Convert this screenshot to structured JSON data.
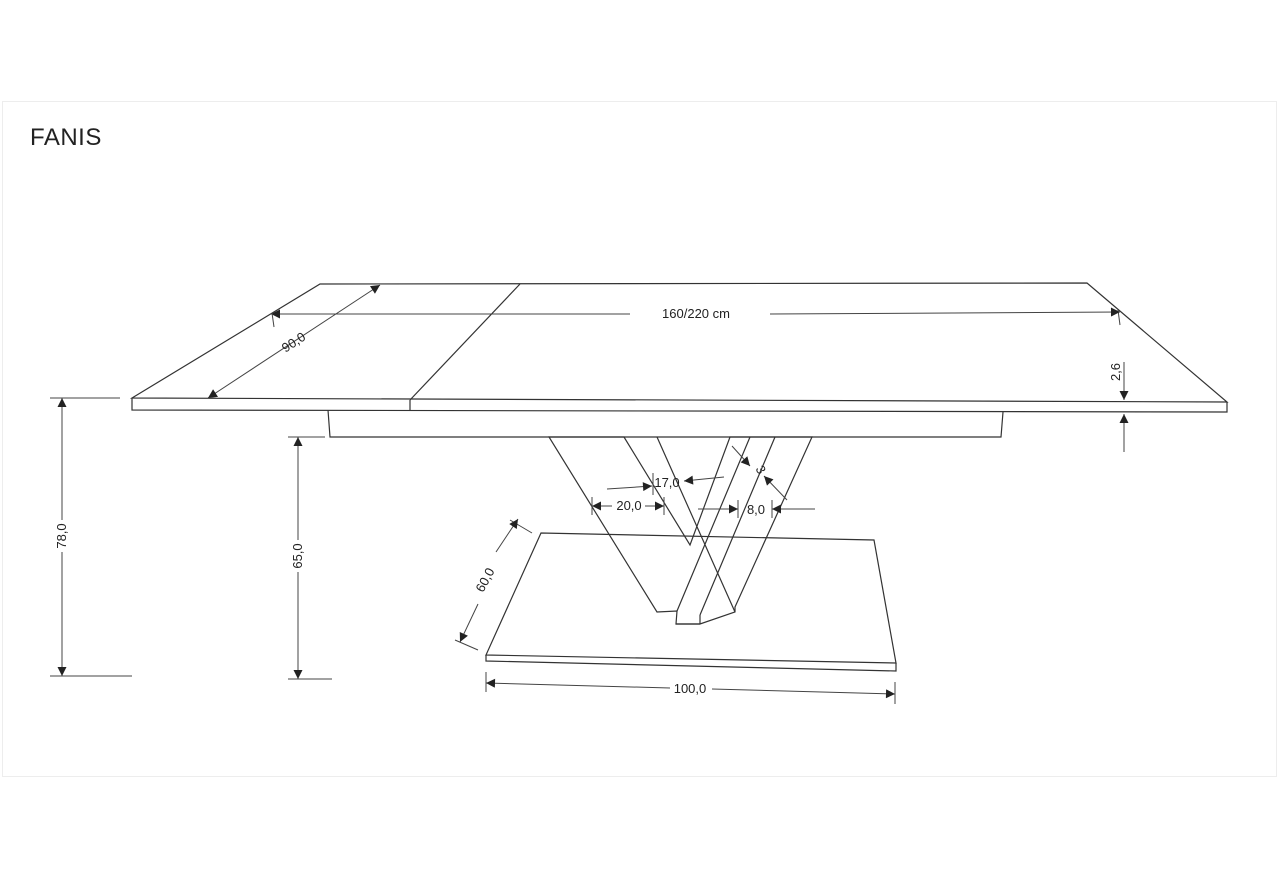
{
  "title": "FANIS",
  "dimensions": {
    "length": "160/220 cm",
    "depth": "90,0",
    "top_thickness": "2,6",
    "total_height": "78,0",
    "frame_height": "65,0",
    "leg_top_width": "17,0",
    "leg_width": "20,0",
    "leg_thickness": "8,0",
    "small": "3",
    "base_depth": "60,0",
    "base_width": "100,0"
  },
  "colors": {
    "line": "#333333",
    "background": "#ffffff"
  }
}
